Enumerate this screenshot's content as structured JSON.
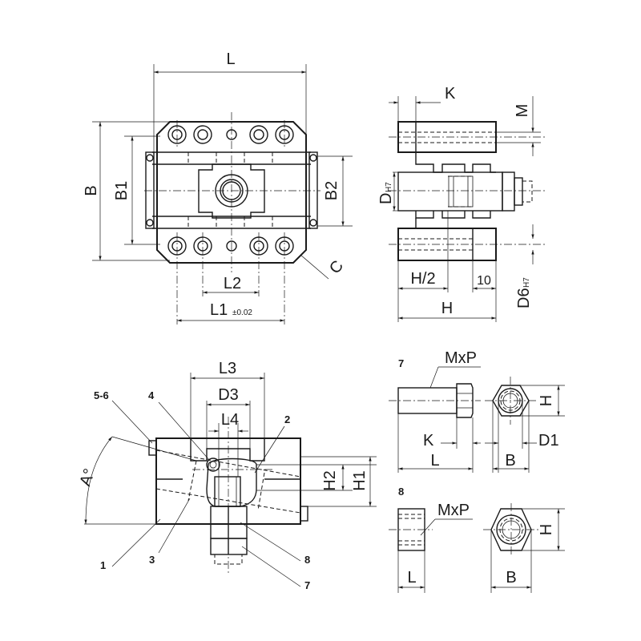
{
  "top_view": {
    "dim_L": "L",
    "dim_B": "B",
    "dim_B1": "B1",
    "dim_B2": "B2",
    "dim_L2": "L2",
    "dim_L1": "L1",
    "dim_L1_tol": "±0.02",
    "dim_C": "C"
  },
  "side_view": {
    "dim_K": "K",
    "dim_M": "M",
    "dim_D": "D",
    "dim_D_sub": "H7",
    "dim_H_half": "H/2",
    "dim_10": "10",
    "dim_H": "H",
    "dim_D6": "D6",
    "dim_D6_sub": "H7"
  },
  "section_view": {
    "dim_L3": "L3",
    "dim_D3": "D3",
    "dim_L4": "L4",
    "dim_H2": "H2",
    "dim_H1": "H1",
    "dim_A": "A°",
    "callouts": [
      "5-6",
      "4",
      "2",
      "1",
      "3",
      "8",
      "7"
    ]
  },
  "part7": {
    "number": "7",
    "dim_MxP": "MxP",
    "dim_K": "K",
    "dim_L": "L",
    "dim_H": "H",
    "dim_D1": "D1",
    "dim_B": "B"
  },
  "part8": {
    "number": "8",
    "dim_MxP": "MxP",
    "dim_L": "L",
    "dim_H": "H",
    "dim_B": "B"
  }
}
